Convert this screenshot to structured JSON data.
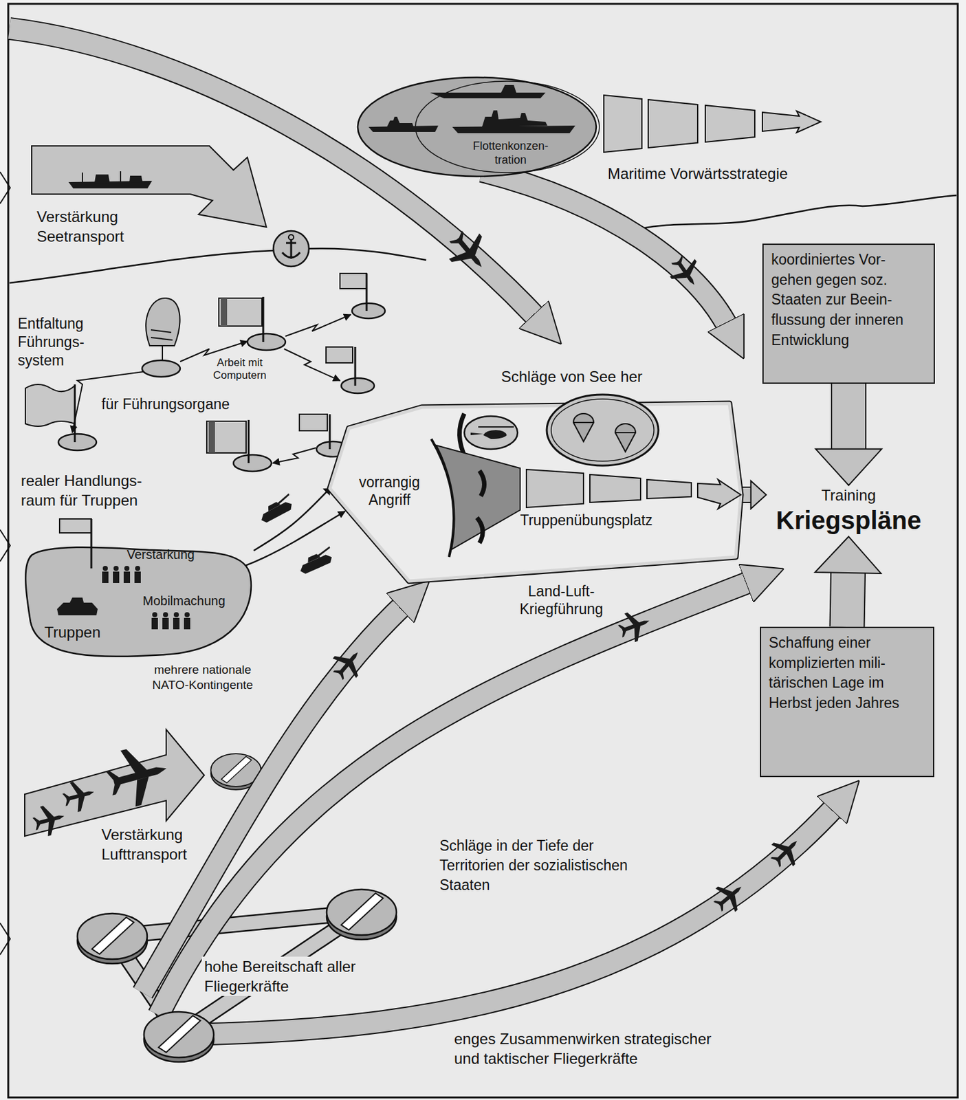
{
  "diagram": {
    "nodes": [
      {
        "text": [
          "Flottenkonzen- tration"
        ]
      },
      {
        "text": [
          "koordiniertes Vor- gehen gegen soz. Staaten zur Beein- flussung der inneren Entwicklung"
        ]
      },
      {
        "text": [
          "vorrangig Angriff",
          "Truppenübungsplatz",
          "Land-Luft- Kriegführung"
        ]
      },
      {
        "text": [
          "Training",
          "Kriegspläne"
        ]
      },
      {
        "text": [
          "Verstärkung",
          "Mobilmachung",
          "Truppen"
        ]
      },
      {
        "text": [
          "Schaffung einer komplizierten mili- tärischen Lage im Herbst jeden Jahres"
        ]
      }
    ],
    "edges": [
      {
        "from": 1,
        "to": 3,
        "arrow": "to"
      },
      {
        "from": 5,
        "to": 3,
        "arrow": "to"
      },
      {
        "from": 2,
        "to": 3,
        "arrow": "to"
      },
      {
        "from": 4,
        "to": 2,
        "arrow": "to"
      }
    ],
    "labels": [
      "Maritime Vorwärtsstrategie",
      "Verstärkung Seetransport",
      "Entfaltung Führungs- system",
      "Arbeit mit Computern",
      "für Führungsorgane",
      "Schläge von See her",
      "realer Handlungs- raum für Truppen",
      "mehrere nationale NATO-Kontingente",
      "Verstärkung Lufttransport",
      "Schläge in der Tiefe der Territorien der sozialistischen Staaten",
      "hohe Bereitschaft aller Fliegerkräfte",
      "enges Zusammenwirken strategischer und taktischer Fliegerkräfte"
    ]
  }
}
